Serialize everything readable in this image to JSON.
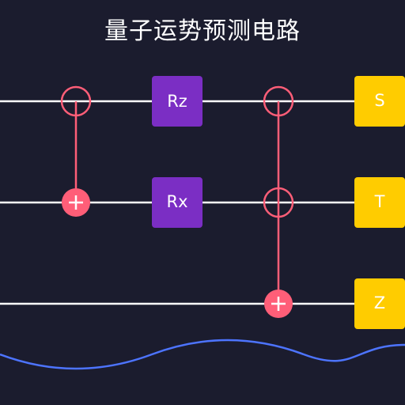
{
  "title": "量子运势预测电路",
  "colors": {
    "background": "#1b1c2e",
    "wire": "#ffffff",
    "control": "#ff5e78",
    "rotation_gate": "#7b2ec4",
    "phase_gate": "#ffcc00",
    "wave": "#4d74ff"
  },
  "qubits": 3,
  "gates": {
    "rz": "Rz",
    "rx": "Rx",
    "s": "S",
    "t": "T",
    "z": "Z"
  },
  "icons": {
    "control": "hollow-circle",
    "target": "circle-plus",
    "wave": "sine-wave"
  }
}
